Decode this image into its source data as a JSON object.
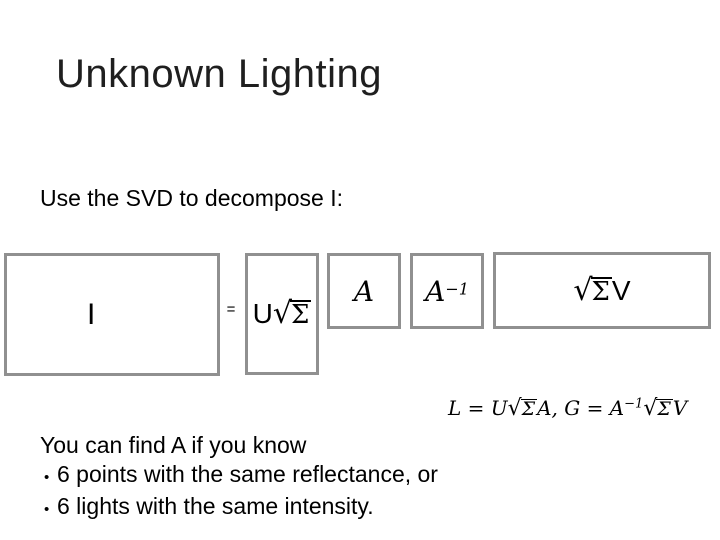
{
  "title": "Unknown Lighting",
  "subtitle": "Use the SVD to decompose I:",
  "decomposition": {
    "i_label": "I",
    "equals": "=",
    "u_prefix": "U",
    "u_radical": "√",
    "u_radicand": "Σ",
    "a_label": "A",
    "ainv_base": "A",
    "ainv_exp": "−1",
    "v_radical": "√",
    "v_radicand": "Σ",
    "v_suffix": "V"
  },
  "formula": {
    "p1": "L = U",
    "rad1": "√",
    "rand1": "Σ",
    "p2": "A, G = A",
    "sup": "−1",
    "rad2": "√",
    "rand2": "Σ",
    "p3": "V"
  },
  "body": {
    "intro": "You can find A if you know",
    "bullets": [
      {
        "marker": "•",
        "text": "6 points with the same reflectance, or"
      },
      {
        "marker": "•",
        "text": "6 lights with the same intensity."
      }
    ]
  },
  "colors": {
    "box_border": "#909090",
    "text": "#000000",
    "title_text": "#1f1f1f"
  }
}
